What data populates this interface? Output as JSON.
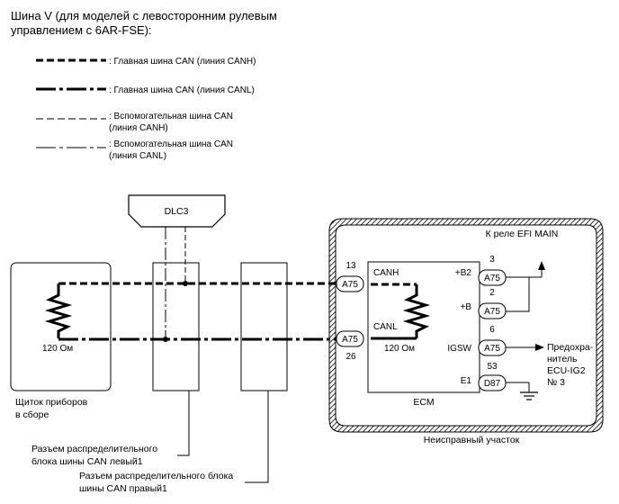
{
  "title": {
    "line1": "Шина V (для моделей с левосторонним рулевым",
    "line2": "управлением с 6AR-FSE):"
  },
  "legend": [
    {
      "line1": ": Главная шина CAN (линия CANH)",
      "line2": ""
    },
    {
      "line1": ": Главная шина CAN (линия CANL)",
      "line2": ""
    },
    {
      "line1": ": Вспомогательная шина CAN",
      "line2": "(линия CANH)"
    },
    {
      "line1": ": Вспомогательная шина CAN",
      "line2": "(линия CANL)"
    }
  ],
  "dlc3": "DLC3",
  "left_unit": {
    "resistor": "120 Ом",
    "name_line1": "Щиток приборов",
    "name_line2": "в сборе"
  },
  "junction_left": {
    "line1": "Разъем распределительного",
    "line2": "блока шины CAN левый1"
  },
  "junction_right": {
    "line1": "Разъем распределительного блока",
    "line2": "шины CAN правый1"
  },
  "fault_area": {
    "top_label": "К реле EFI MAIN",
    "bottom_label": "Неисправный участок"
  },
  "ecm": {
    "name": "ECM",
    "resistor": "120 Ом",
    "pins": {
      "canh": "CANH",
      "canl": "CANL",
      "b2": "+B2",
      "b": "+B",
      "igsw": "IGSW",
      "e1": "E1"
    },
    "connectors": {
      "canh": {
        "id": "A75",
        "pin": "13"
      },
      "canl": {
        "id": "A75",
        "pin": "26"
      },
      "b2": {
        "id": "A75",
        "pin": "3"
      },
      "b": {
        "id": "A75",
        "pin": "2"
      },
      "igsw": {
        "id": "A75",
        "pin": "6"
      },
      "e1": {
        "id": "D87",
        "pin": "53"
      }
    }
  },
  "fuse": {
    "line1": "Предохра-",
    "line2": "нитель",
    "line3": "ECU-IG2",
    "line4": "№ 3"
  }
}
